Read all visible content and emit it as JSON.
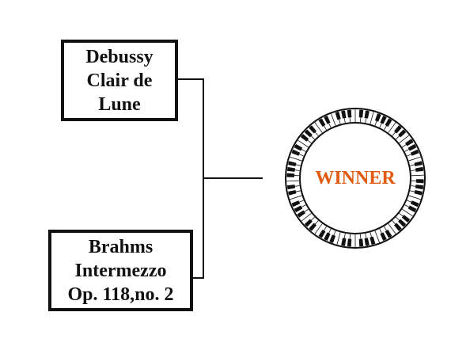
{
  "bracket": {
    "entries": [
      {
        "composer": "Debussy",
        "work_lines": [
          "Clair de",
          "Lune"
        ]
      },
      {
        "composer": "Brahms",
        "work_lines": [
          "Intermezzo",
          "Op. 118,no. 2"
        ]
      }
    ],
    "winner": {
      "label": "WINNER",
      "color": "#e05a10",
      "decoration": "piano-keyboard-ring"
    }
  }
}
